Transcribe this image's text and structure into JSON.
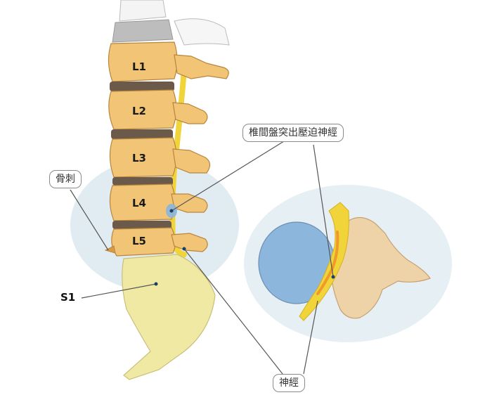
{
  "vertebrae": [
    {
      "label": "L1"
    },
    {
      "label": "L2"
    },
    {
      "label": "L3"
    },
    {
      "label": "L4"
    },
    {
      "label": "L5"
    }
  ],
  "sacrum_label": "S1",
  "callouts": {
    "herniation": "椎間盤突出壓迫神經",
    "bone_spur": "骨刺",
    "nerve": "神經"
  },
  "colors": {
    "vertebra": "#f2c476",
    "vertebra_shade": "#d99b46",
    "disc": "#6b5a4a",
    "sacrum": "#efe9a4",
    "nerve": "#f0d43a",
    "nerve_core": "#f09a2a",
    "disc_cross_section": "#8cb6dc",
    "halo": "#c9dde8"
  }
}
